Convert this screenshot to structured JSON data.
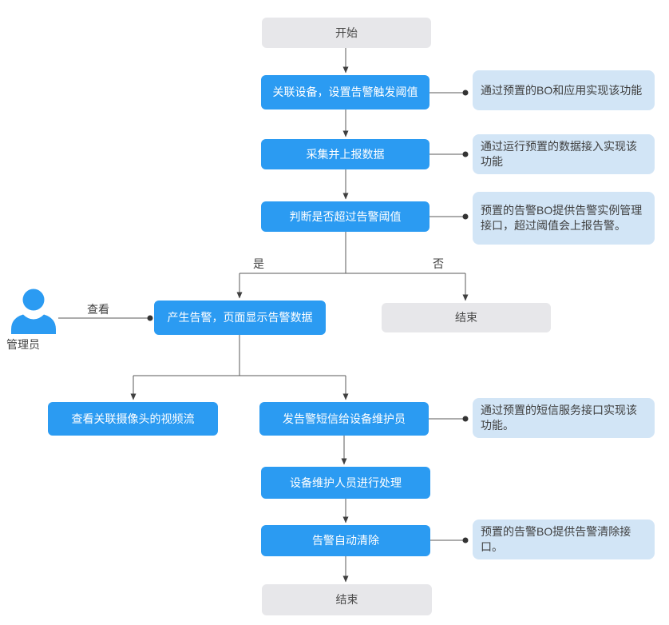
{
  "diagram": {
    "nodes": {
      "start": "开始",
      "associate": "关联设备，设置告警触发阈值",
      "collect": "采集并上报数据",
      "judge": "判断是否超过告警阈值",
      "alarm": "产生告警，页面显示告警数据",
      "end_no": "结束",
      "video": "查看关联摄像头的视频流",
      "sms": "发告警短信给设备维护员",
      "handle": "设备维护人员进行处理",
      "clear": "告警自动清除",
      "end": "结束"
    },
    "notes": {
      "bo_app": "通过预置的BO和应用实现该功能",
      "data_access": "通过运行预置的数据接入实现该功能",
      "alarm_bo": "预置的告警BO提供告警实例管理接口，超过阈值会上报告警。",
      "sms_service": "通过预置的短信服务接口实现该功能。",
      "alarm_clear": "预置的告警BO提供告警清除接口。"
    },
    "edge_labels": {
      "yes": "是",
      "no": "否",
      "view": "查看"
    },
    "actor": {
      "label": "管理员"
    },
    "colors": {
      "process_fill": "#2b9bf2",
      "terminal_fill": "#e7e7ea",
      "note_fill": "#d2e5f6",
      "line": "#4d4d4d",
      "text_on_blue": "#ffffff",
      "text_dark": "#404040"
    }
  }
}
